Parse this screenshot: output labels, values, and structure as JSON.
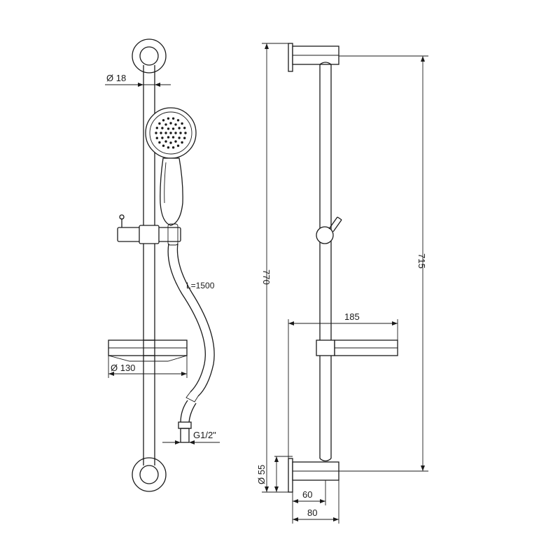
{
  "front_view": {
    "rail_diameter": "Ø 18",
    "hose_length": "L=1500",
    "soap_dish_diameter": "Ø 130",
    "hose_connection": "G1/2\""
  },
  "side_view": {
    "total_height": "770",
    "bracket_spacing": "715",
    "soap_dish_depth": "185",
    "bracket_diameter": "Ø 55",
    "rail_offset": "60",
    "bracket_depth": "80"
  }
}
